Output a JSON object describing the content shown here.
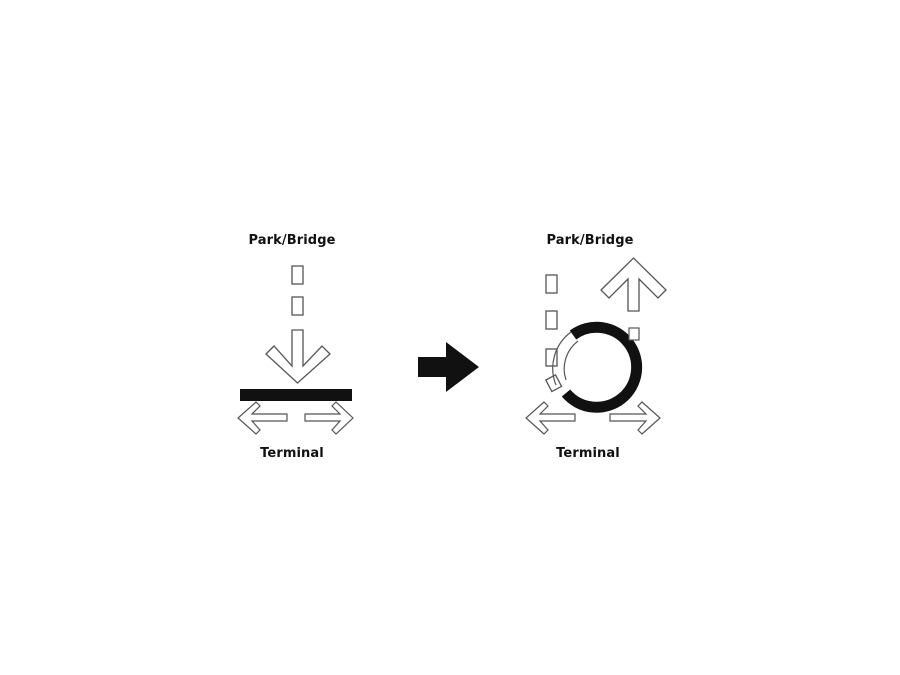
{
  "diagram": {
    "before": {
      "top_label": "Park/Bridge",
      "bottom_label": "Terminal",
      "elements": [
        "dashed-path",
        "down-arrow",
        "barrier-bar",
        "left-arrow",
        "right-arrow"
      ]
    },
    "transition": {
      "icon": "solid-right-arrow"
    },
    "after": {
      "top_label": "Park/Bridge",
      "bottom_label": "Terminal",
      "elements": [
        "dashed-path",
        "open-ring",
        "up-arrow",
        "left-arrow",
        "right-arrow"
      ]
    },
    "colors": {
      "background": "#ffffff",
      "ink": "#111111",
      "outline": "#555555"
    }
  }
}
